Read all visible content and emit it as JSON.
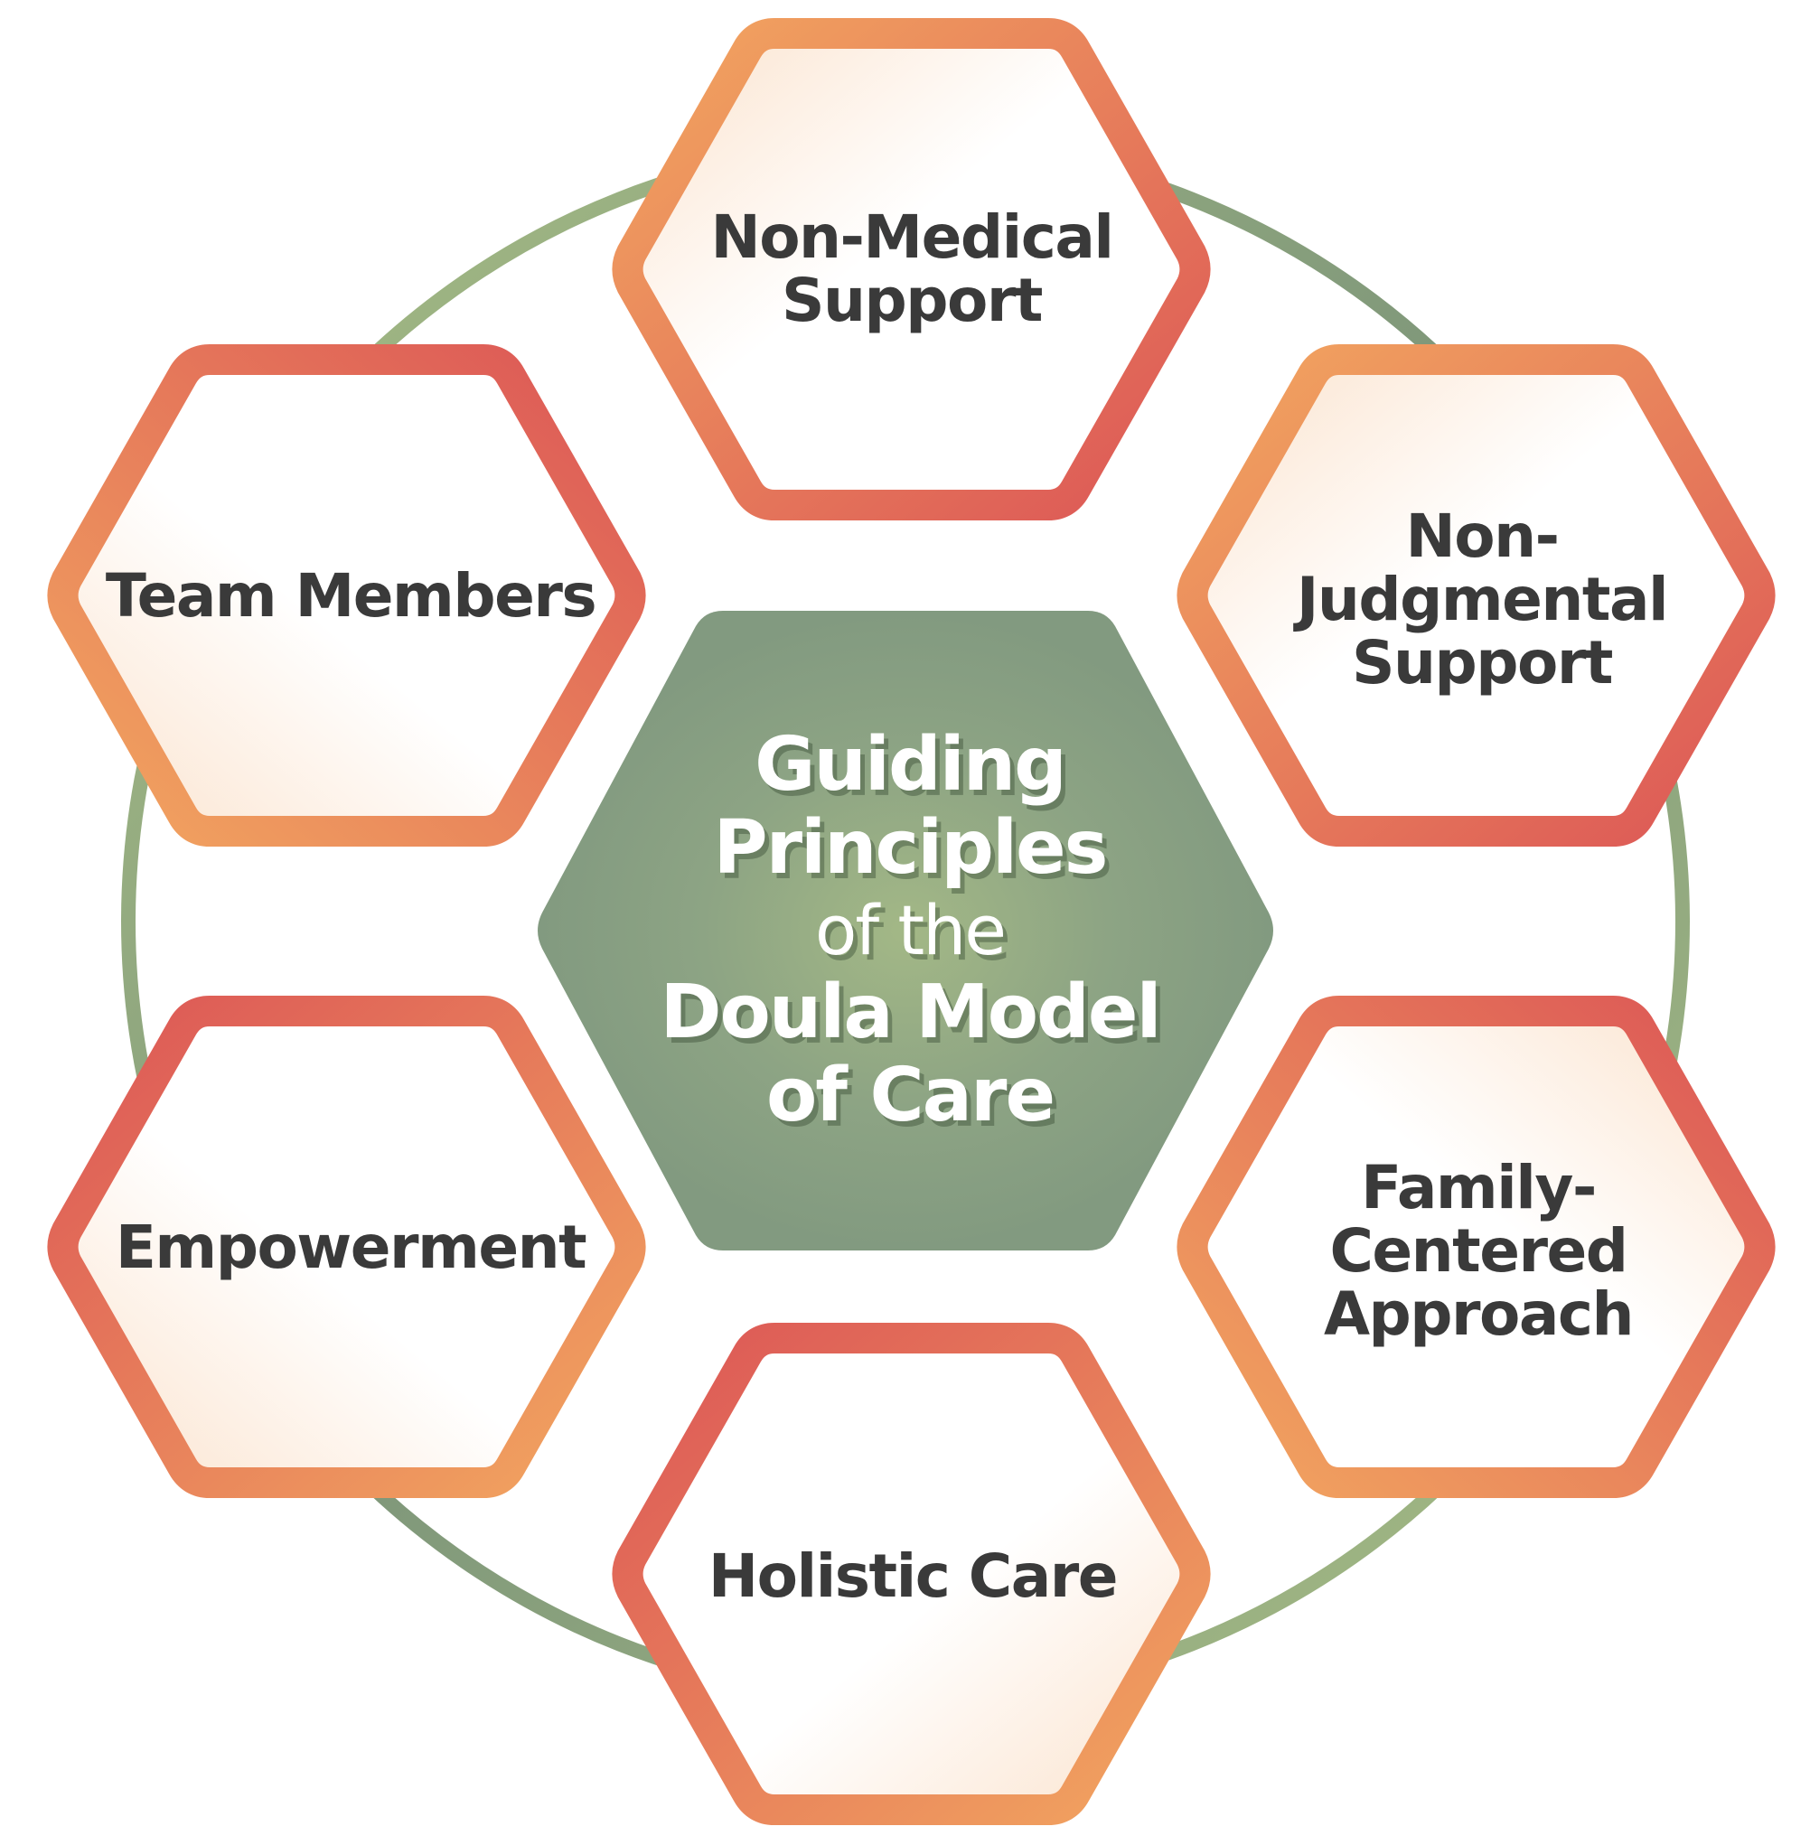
{
  "colors": {
    "ring_light": "#a9bf86",
    "ring_dark": "#7f977a",
    "hex_orange": "#f2a660",
    "hex_red": "#dc5656",
    "hex_fill_tint": "#fbe2cc",
    "center_fill": "#829a80",
    "center_glow": "#a3b886",
    "label_text": "#3a3a3a",
    "center_text": "#ffffff"
  },
  "center": {
    "line1": "Guiding",
    "line2": "Principles",
    "line3": "of the",
    "line4": "Doula Model",
    "line5": "of Care"
  },
  "principles": [
    {
      "id": "non-medical-support",
      "lines": [
        "Non-Medical",
        "Support"
      ]
    },
    {
      "id": "non-judgmental-support",
      "lines": [
        "Non-",
        "Judgmental",
        "Support"
      ]
    },
    {
      "id": "family-centered-approach",
      "lines": [
        "Family-",
        "Centered",
        "Approach"
      ]
    },
    {
      "id": "holistic-care",
      "lines": [
        "Holistic Care"
      ]
    },
    {
      "id": "empowerment",
      "lines": [
        "Empowerment"
      ]
    },
    {
      "id": "team-members",
      "lines": [
        "Team Members"
      ]
    }
  ]
}
